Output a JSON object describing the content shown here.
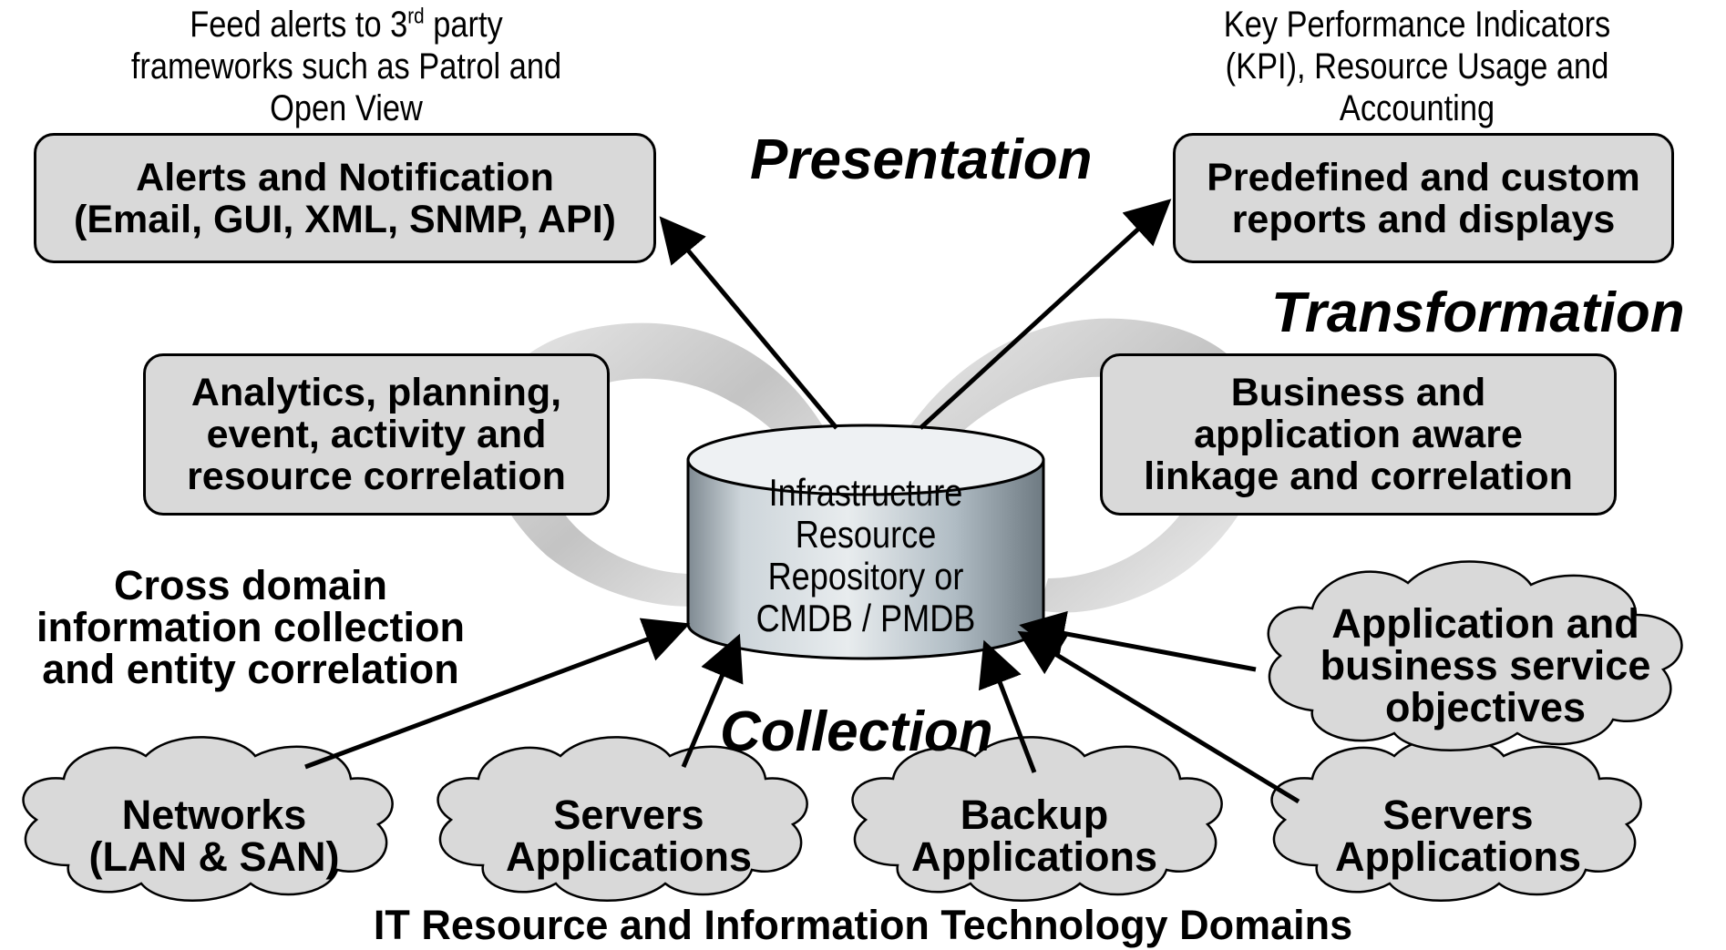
{
  "notes": {
    "alerts_note": {
      "line1_prefix": "Feed alerts to 3",
      "line1_sup": "rd",
      "line1_suffix": " party",
      "line2": "frameworks such as Patrol and",
      "line3": "Open View"
    },
    "kpi_note": {
      "line1": "Key Performance Indicators",
      "line2": "(KPI), Resource Usage and",
      "line3": "Accounting"
    }
  },
  "stages": {
    "presentation": "Presentation",
    "transformation": "Transformation",
    "collection": "Collection"
  },
  "boxes": {
    "alerts": {
      "line1": "Alerts and Notification",
      "line2": "(Email, GUI, XML, SNMP, API)"
    },
    "reports": {
      "line1": "Predefined and custom",
      "line2": "reports and displays"
    },
    "analytics": {
      "line1": "Analytics, planning,",
      "line2": "event, activity and",
      "line3": "resource correlation"
    },
    "business": {
      "line1": "Business and",
      "line2": "application aware",
      "line3": "linkage and correlation"
    }
  },
  "repository": {
    "line1": "Infrastructure",
    "line2": "Resource",
    "line3": "Repository or",
    "line4": "CMDB / PMDB"
  },
  "cross_domain": {
    "line1": "Cross domain",
    "line2": "information collection",
    "line3": "and entity correlation"
  },
  "clouds": {
    "networks": {
      "line1": "Networks",
      "line2": "(LAN & SAN)"
    },
    "servers1": {
      "line1": "Servers",
      "line2": "Applications"
    },
    "backup": {
      "line1": "Backup",
      "line2": "Applications"
    },
    "servers2": {
      "line1": "Servers",
      "line2": "Applications"
    },
    "objectives": {
      "line1": "Application and",
      "line2": "business service",
      "line3": "objectives"
    }
  },
  "footer": "IT Resource and Information Technology Domains",
  "colors": {
    "box_fill": "#d9d9d9",
    "cloud_fill": "#d9d9d9",
    "swirl": "#c8c8c8",
    "cylinder_mid": "#b8c4cc"
  }
}
